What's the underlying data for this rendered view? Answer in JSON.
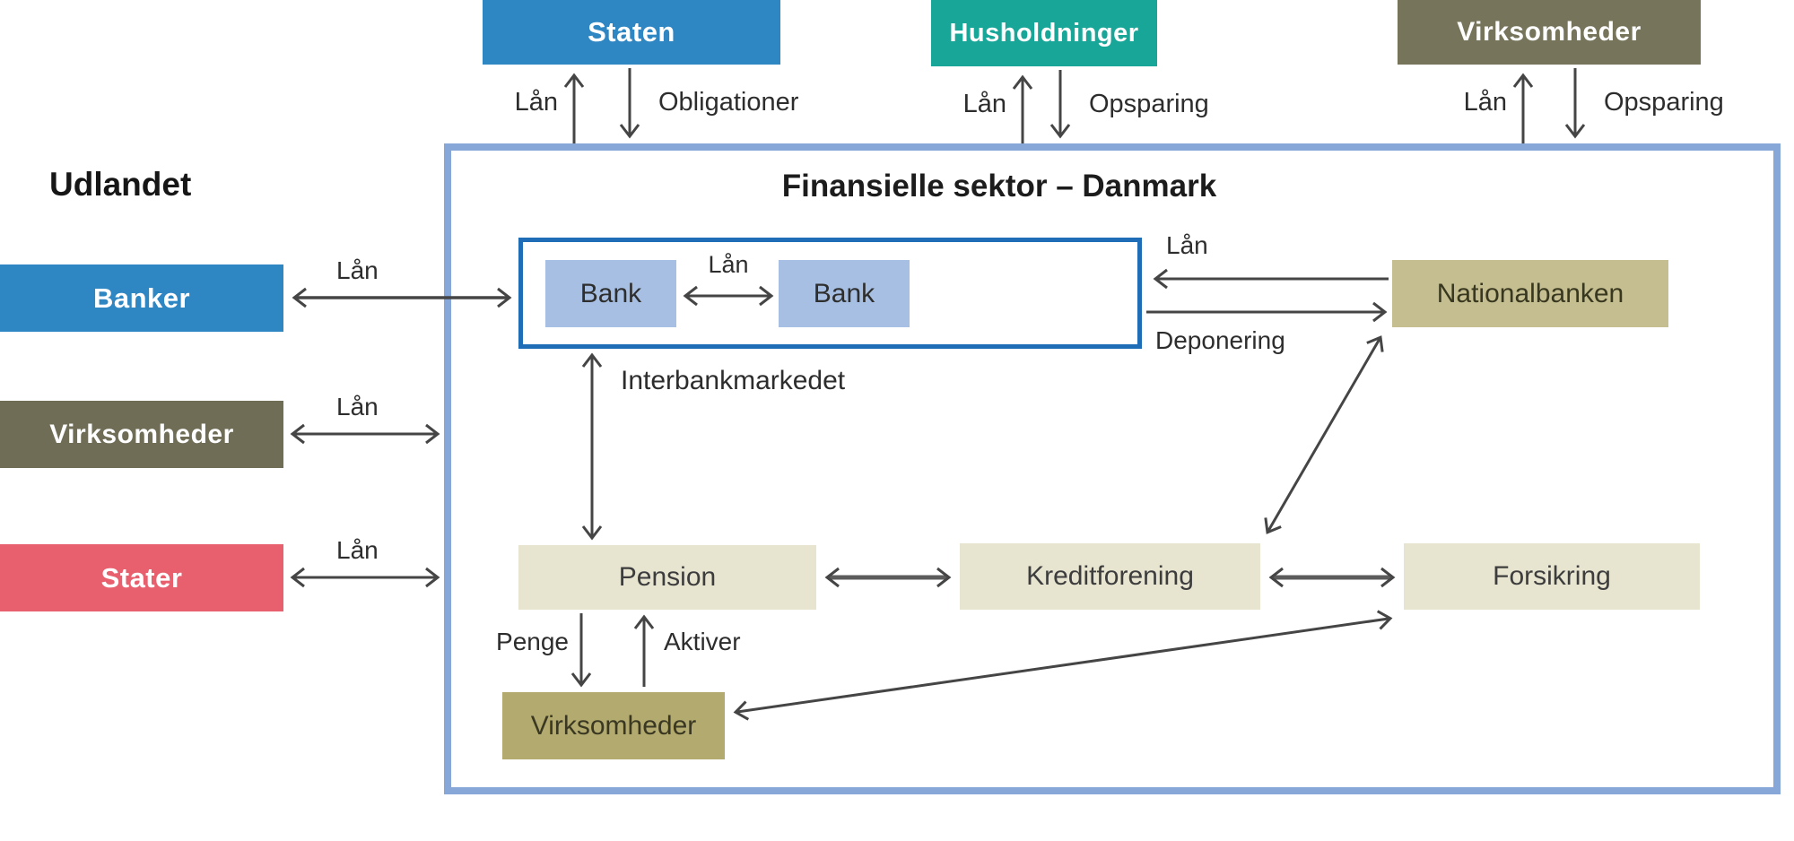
{
  "colors": {
    "blue": "#2e86c3",
    "teal": "#18a698",
    "olive_top": "#76745b",
    "olive_left": "#6f6d56",
    "red": "#e85f6e",
    "khaki": "#c5be90",
    "khaki_dark": "#b2aa6e",
    "beige": "#e7e4d0",
    "bank_blue": "#a6bfe2",
    "inner_border": "#1e6db6",
    "outer_border": "#87a7d9",
    "arrow": "#454545"
  },
  "top_sectors": {
    "staten": {
      "label": "Staten",
      "up_label": "Lån",
      "down_label": "Obligationer"
    },
    "husholdninger": {
      "label": "Husholdninger",
      "up_label": "Lån",
      "down_label": "Opsparing"
    },
    "virksomheder": {
      "label": "Virksomheder",
      "up_label": "Lån",
      "down_label": "Opsparing"
    }
  },
  "udlandet": {
    "heading": "Udlandet",
    "banker": {
      "label": "Banker",
      "arrow_label": "Lån"
    },
    "virksomheder": {
      "label": "Virksomheder",
      "arrow_label": "Lån"
    },
    "stater": {
      "label": "Stater",
      "arrow_label": "Lån"
    }
  },
  "sector": {
    "title": "Finansielle sektor – Danmark",
    "interbank": {
      "bank_left": "Bank",
      "bank_right": "Bank",
      "lan_label": "Lån",
      "market_label": "Interbankmarkedet"
    },
    "nationalbanken": {
      "label": "Nationalbanken",
      "lan_label": "Lån",
      "deponering_label": "Deponering"
    },
    "pension": {
      "label": "Pension"
    },
    "kreditforening": {
      "label": "Kreditforening"
    },
    "forsikring": {
      "label": "Forsikring"
    },
    "virksomheder": {
      "label": "Virksomheder",
      "penge_label": "Penge",
      "aktiver_label": "Aktiver"
    }
  }
}
